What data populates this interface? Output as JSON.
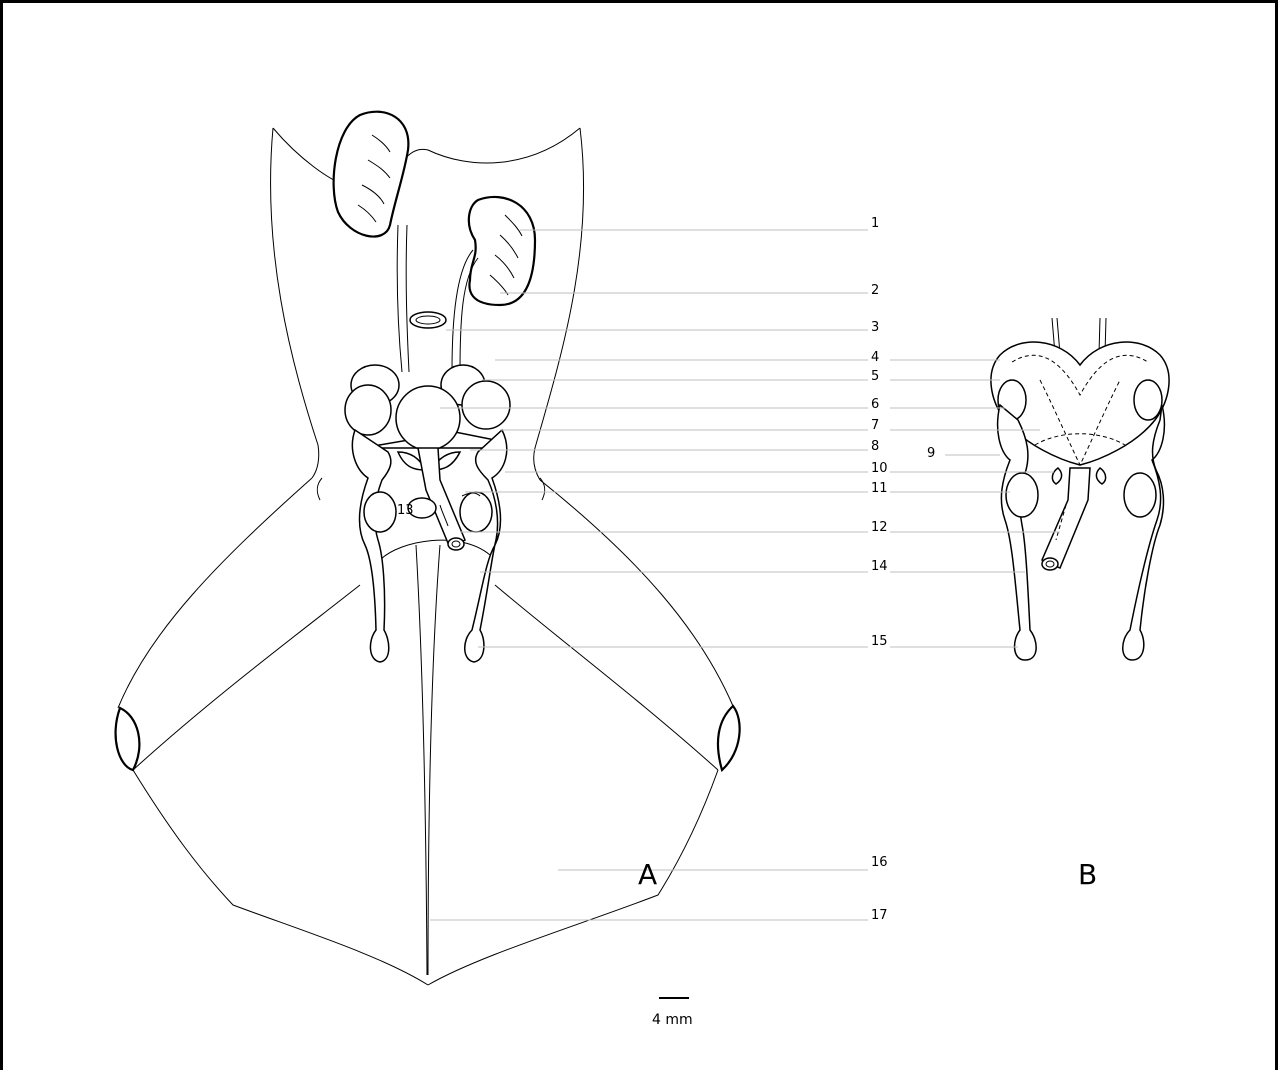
{
  "labels": [
    "1",
    "2",
    "3",
    "4",
    "5",
    "6",
    "7",
    "8",
    "9",
    "10",
    "11",
    "12",
    "13",
    "14",
    "15",
    "16",
    "17"
  ],
  "panels": {
    "a": "A",
    "b": "B"
  },
  "scale_bar": {
    "text": "4 mm"
  }
}
